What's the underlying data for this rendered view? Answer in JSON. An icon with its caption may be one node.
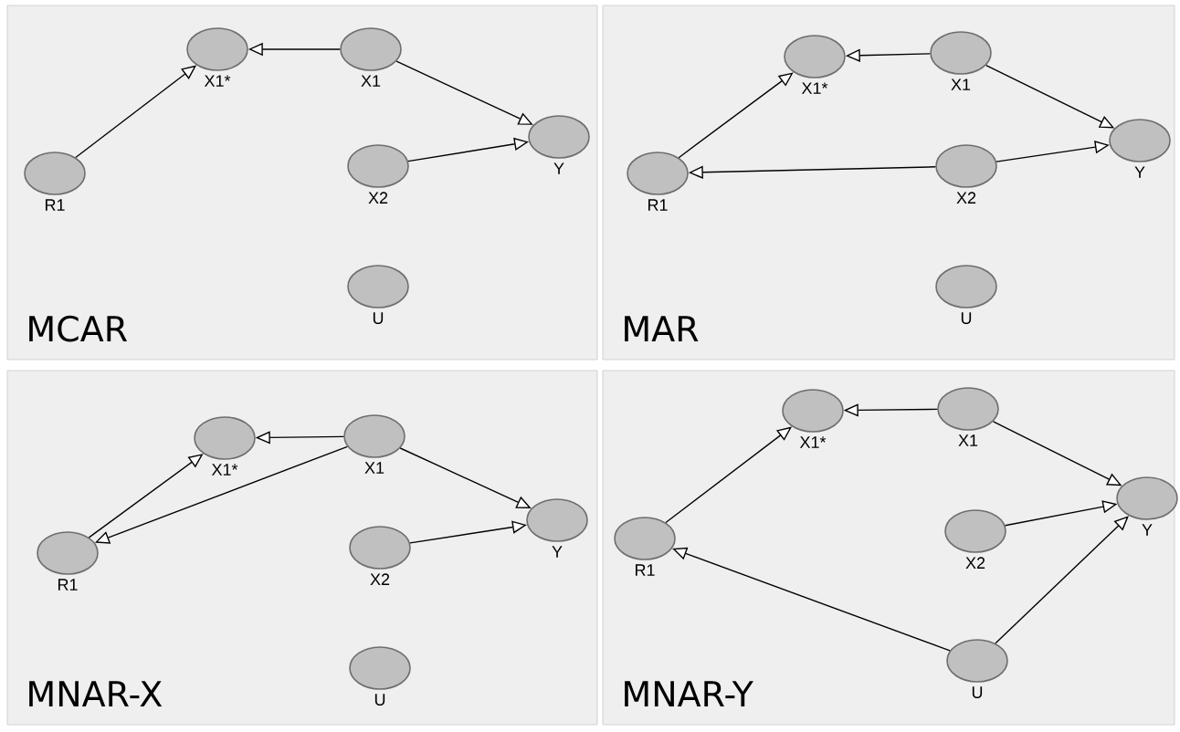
{
  "diagram": {
    "nodes": [
      {
        "text": [
          "MCAR"
        ]
      },
      {
        "text": [
          "X1*"
        ],
        "in": 0
      },
      {
        "text": [
          "X1"
        ],
        "in": 0
      },
      {
        "text": [
          "Y"
        ],
        "in": 0
      },
      {
        "text": [
          "R1"
        ],
        "in": 0
      },
      {
        "text": [
          "X2"
        ],
        "in": 0
      },
      {
        "text": [
          "U"
        ],
        "in": 0
      },
      {
        "text": [
          "MAR"
        ]
      },
      {
        "text": [
          "X1*"
        ],
        "in": 7
      },
      {
        "text": [
          "X1"
        ],
        "in": 7
      },
      {
        "text": [
          "Y"
        ],
        "in": 7
      },
      {
        "text": [
          "R1"
        ],
        "in": 7
      },
      {
        "text": [
          "X2"
        ],
        "in": 7
      },
      {
        "text": [
          "U"
        ],
        "in": 7
      },
      {
        "text": [
          "MNAR-X"
        ]
      },
      {
        "text": [
          "X1*"
        ],
        "in": 14
      },
      {
        "text": [
          "X1"
        ],
        "in": 14
      },
      {
        "text": [
          "Y"
        ],
        "in": 14
      },
      {
        "text": [
          "R1"
        ],
        "in": 14
      },
      {
        "text": [
          "X2"
        ],
        "in": 14
      },
      {
        "text": [
          "U"
        ],
        "in": 14
      },
      {
        "text": [
          "MNAR-Y"
        ]
      },
      {
        "text": [
          "X1*"
        ],
        "in": 21
      },
      {
        "text": [
          "X1"
        ],
        "in": 21
      },
      {
        "text": [
          "Y"
        ],
        "in": 21
      },
      {
        "text": [
          "R1"
        ],
        "in": 21
      },
      {
        "text": [
          "X2"
        ],
        "in": 21
      },
      {
        "text": [
          "U"
        ],
        "in": 21
      }
    ],
    "edges": [
      {
        "from": 2,
        "to": 1,
        "arrow": "to"
      },
      {
        "from": 4,
        "to": 1,
        "arrow": "to"
      },
      {
        "from": 2,
        "to": 3,
        "arrow": "to"
      },
      {
        "from": 5,
        "to": 3,
        "arrow": "to"
      },
      {
        "from": 9,
        "to": 8,
        "arrow": "to"
      },
      {
        "from": 11,
        "to": 8,
        "arrow": "to"
      },
      {
        "from": 9,
        "to": 10,
        "arrow": "to"
      },
      {
        "from": 12,
        "to": 10,
        "arrow": "to"
      },
      {
        "from": 12,
        "to": 11,
        "arrow": "to"
      },
      {
        "from": 16,
        "to": 15,
        "arrow": "to"
      },
      {
        "from": 18,
        "to": 15,
        "arrow": "to"
      },
      {
        "from": 16,
        "to": 18,
        "arrow": "to"
      },
      {
        "from": 16,
        "to": 17,
        "arrow": "to"
      },
      {
        "from": 19,
        "to": 17,
        "arrow": "to"
      },
      {
        "from": 23,
        "to": 22,
        "arrow": "to"
      },
      {
        "from": 25,
        "to": 22,
        "arrow": "to"
      },
      {
        "from": 23,
        "to": 24,
        "arrow": "to"
      },
      {
        "from": 26,
        "to": 24,
        "arrow": "to"
      },
      {
        "from": 27,
        "to": 25,
        "arrow": "to"
      },
      {
        "from": 27,
        "to": 24,
        "arrow": "to"
      }
    ]
  }
}
